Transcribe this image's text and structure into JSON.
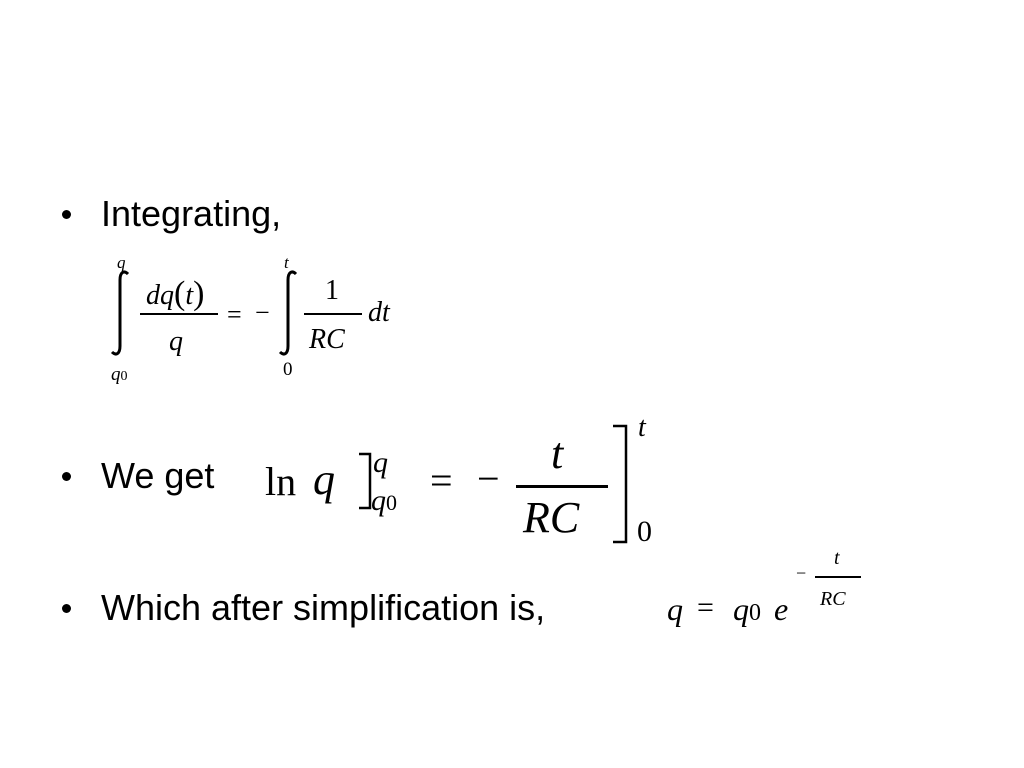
{
  "bullets": [
    {
      "text": "Integrating,"
    },
    {
      "text": "We get"
    },
    {
      "text": "Which after simplification is,"
    }
  ],
  "eq1": {
    "left_upper_limit": "q",
    "left_lower_limit_var": "q",
    "left_lower_limit_sub": "0",
    "left_num_d": "dq",
    "left_num_lparen": "(",
    "left_num_t": "t",
    "left_num_rparen": ")",
    "left_den": "q",
    "equals": "=",
    "minus": "−",
    "right_upper_limit": "t",
    "right_lower_limit": "0",
    "right_num": "1",
    "right_den": "RC",
    "differential": "dt"
  },
  "eq2": {
    "ln": "ln",
    "q": "q",
    "bracket1": "]",
    "upper1": "q",
    "lower1_var": "q",
    "lower1_sub": "0",
    "equals": "=",
    "minus": "−",
    "num": "t",
    "den": "RC",
    "upper2": "t",
    "lower2": "0"
  },
  "eq3": {
    "q": "q",
    "equals": "=",
    "q0_var": "q",
    "q0_sub": "0",
    "e": "e",
    "exp_minus": "−",
    "exp_num": "t",
    "exp_den": "RC"
  }
}
